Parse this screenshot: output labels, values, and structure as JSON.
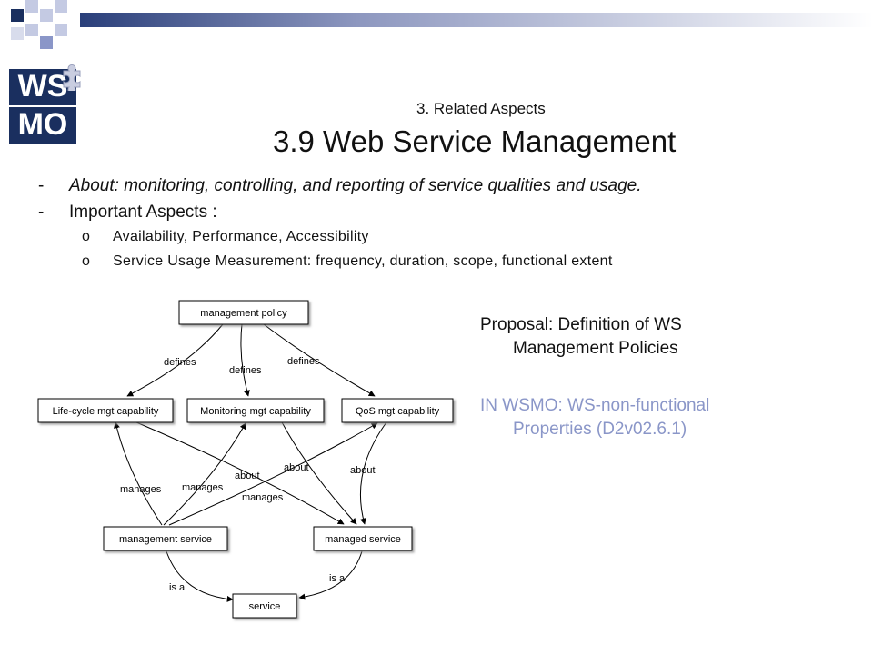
{
  "colors": {
    "navy": "#1a2f5f",
    "lavender": "#8a96c8",
    "text": "#111111"
  },
  "logo": {
    "line1": "WS",
    "line2": "MO",
    "icon": "puzzle-icon"
  },
  "header": {
    "subtitle": "3. Related Aspects",
    "title": "3.9 Web Service Management"
  },
  "bullets": [
    {
      "marker": "-",
      "text": "About: monitoring, controlling, and reporting of service qualities and usage.",
      "italic": true
    },
    {
      "marker": "-",
      "text": "Important Aspects :",
      "italic": false
    }
  ],
  "sub_bullets": [
    {
      "marker": "o",
      "text": "Availability, Performance, Accessibility"
    },
    {
      "marker": "o",
      "text": "Service Usage Measurement: frequency, duration, scope, functional extent"
    }
  ],
  "diagram": {
    "nodes": {
      "policy": "management policy",
      "lifecycle": "Life-cycle mgt capability",
      "monitoring": "Monitoring mgt capability",
      "qos": "QoS mgt capability",
      "mgmt_service": "management service",
      "managed_service": "managed service",
      "service": "service"
    },
    "edge_labels": {
      "defines_left": "defines",
      "defines_mid": "defines",
      "defines_right": "defines",
      "manages_1": "manages",
      "manages_2": "manages",
      "manages_3": "manages",
      "about_1": "about",
      "about_2": "about",
      "about_3": "about",
      "isa_left": "is a",
      "isa_right": "is a"
    }
  },
  "proposal": {
    "line1": "Proposal: Definition of WS",
    "line2": "Management Policies"
  },
  "wsmo_note": {
    "line1": "IN WSMO: WS-non-functional",
    "line2": "Properties (D2v02.6.1)"
  }
}
